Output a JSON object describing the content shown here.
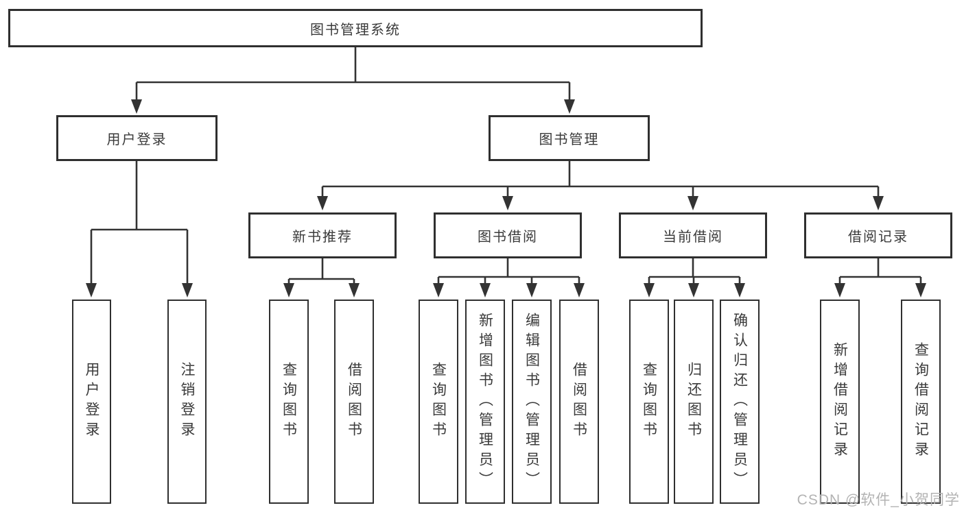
{
  "nodes": {
    "root": "图书管理系统",
    "user_login": "用户登录",
    "book_management": "图书管理",
    "new_book_recommend": "新书推荐",
    "book_borrow": "图书借阅",
    "current_borrow": "当前借阅",
    "borrow_records": "借阅记录"
  },
  "leaves": {
    "user_login": "用户登录",
    "logout": "注销登录",
    "recommend_query": "查询图书",
    "recommend_borrow": "借阅图书",
    "borrow_query": "查询图书",
    "borrow_add": "新增图书（管理员）",
    "borrow_edit": "编辑图书（管理员）",
    "borrow_borrow": "借阅图书",
    "current_query": "查询图书",
    "current_return": "归还图书",
    "current_confirm": "确认归还（管理员）",
    "records_add": "新增借阅记录",
    "records_query": "查询借阅记录"
  },
  "hierarchy": {
    "图书管理系统": [
      "用户登录",
      "图书管理"
    ],
    "用户登录": [
      "用户登录",
      "注销登录"
    ],
    "图书管理": [
      "新书推荐",
      "图书借阅",
      "当前借阅",
      "借阅记录"
    ],
    "新书推荐": [
      "查询图书",
      "借阅图书"
    ],
    "图书借阅": [
      "查询图书",
      "新增图书（管理员）",
      "编辑图书（管理员）",
      "借阅图书"
    ],
    "当前借阅": [
      "查询图书",
      "归还图书",
      "确认归还（管理员）"
    ],
    "借阅记录": [
      "新增借阅记录",
      "查询借阅记录"
    ]
  },
  "watermark": "CSDN @软件_小贺同学",
  "colors": {
    "line": "#333333",
    "border": "#2f2f2f",
    "text": "#3a3a3a",
    "watermark": "#b3b3b3",
    "background": "#ffffff"
  }
}
